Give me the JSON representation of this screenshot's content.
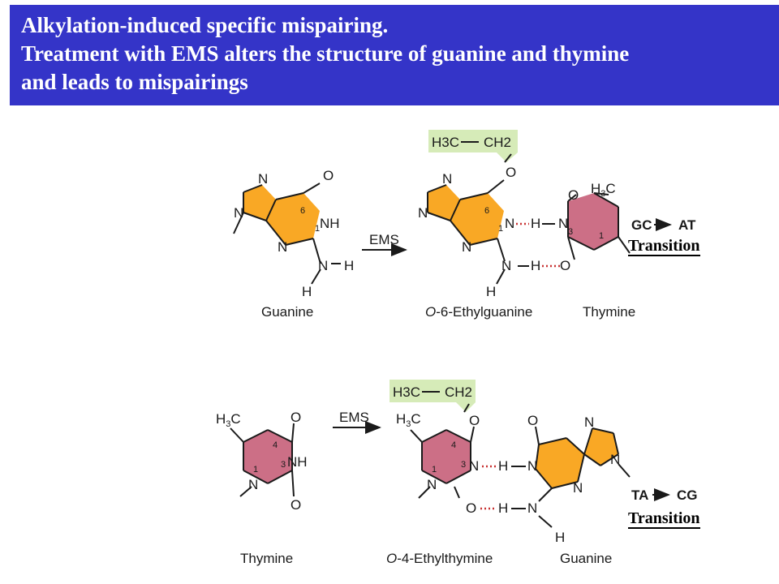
{
  "title": {
    "line1": "Alkylation-induced specific mispairing.",
    "line2": "Treatment with EMS alters the structure of guanine and thymine",
    "line3": "and leads to mispairings"
  },
  "colors": {
    "title_bg": "#3434c8",
    "purine": "#f9a825",
    "pyrimidine": "#cc6f86",
    "ethyl_highlight": "#d6ebb8",
    "hbond": "#c83232"
  },
  "top": {
    "reactant": "Guanine",
    "reagent": "EMS",
    "product": "O-6-Ethylguanine",
    "product_prefix": "O",
    "product_suffix": "-6-Ethylguanine",
    "partner": "Thymine",
    "mutation_from": "GC",
    "mutation_to": "AT",
    "transition_label": "Transition",
    "ethyl_left": "H3C",
    "ethyl_right": "CH2"
  },
  "bottom": {
    "reactant": "Thymine",
    "reagent": "EMS",
    "product": "O-4-Ethylthymine",
    "product_prefix": "O",
    "product_suffix": "-4-Ethylthymine",
    "partner": "Guanine",
    "mutation_from": "TA",
    "mutation_to": "CG",
    "transition_label": "Transition",
    "ethyl_left": "H3C",
    "ethyl_right": "CH2"
  },
  "atoms": {
    "N": "N",
    "O": "O",
    "H": "H",
    "NH": "NH",
    "C": "C",
    "num1": "1",
    "num3": "3",
    "num4": "4",
    "num6": "6"
  }
}
